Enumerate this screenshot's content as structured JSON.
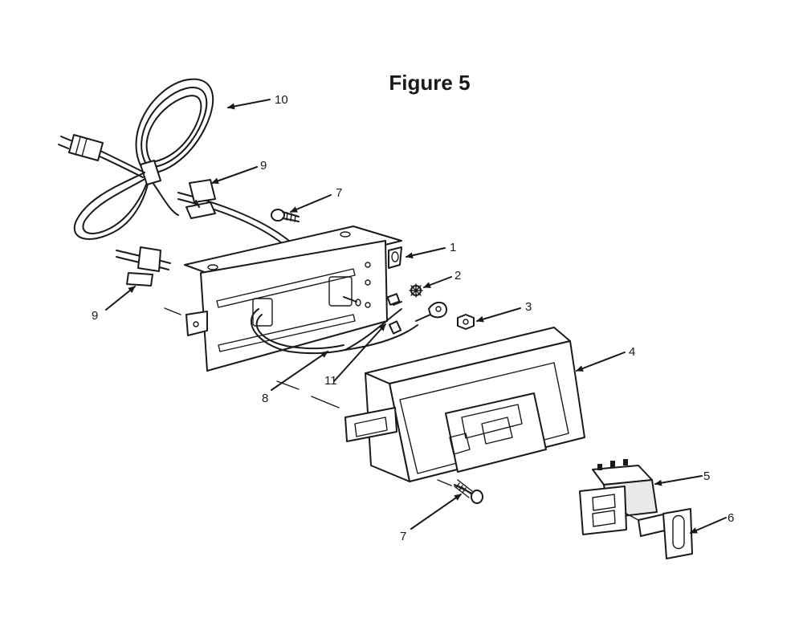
{
  "figure": {
    "title": "Figure 5"
  },
  "callouts": [
    {
      "id": "c10",
      "label": "10"
    },
    {
      "id": "c9a",
      "label": "9"
    },
    {
      "id": "c7a",
      "label": "7"
    },
    {
      "id": "c1",
      "label": "1"
    },
    {
      "id": "c2",
      "label": "2"
    },
    {
      "id": "c3",
      "label": "3"
    },
    {
      "id": "c9b",
      "label": "9"
    },
    {
      "id": "c4",
      "label": "4"
    },
    {
      "id": "c11",
      "label": "11"
    },
    {
      "id": "c8",
      "label": "8"
    },
    {
      "id": "c5",
      "label": "5"
    },
    {
      "id": "c6",
      "label": "6"
    },
    {
      "id": "c7b",
      "label": "7"
    }
  ]
}
